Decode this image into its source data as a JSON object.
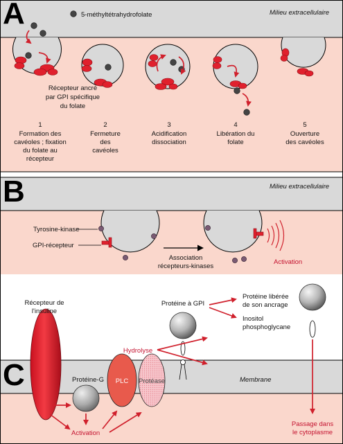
{
  "panel_a": {
    "letter": "A",
    "legend": "5-méthyltétrahydrofolate",
    "region": "Milieu extracellulaire",
    "receptor_label": [
      "Récepteur ancré",
      "par GPI spécifique",
      "du folate"
    ],
    "steps": [
      {
        "num": "1",
        "lines": [
          "Formation des",
          "cavéoles ; fixation",
          "du folate au",
          "récepteur"
        ]
      },
      {
        "num": "2",
        "lines": [
          "Fermeture",
          "des",
          "cavéoles"
        ]
      },
      {
        "num": "3",
        "lines": [
          "Acidification",
          "dissociation"
        ]
      },
      {
        "num": "4",
        "lines": [
          "Libération du",
          "folate"
        ]
      },
      {
        "num": "5",
        "lines": [
          "Ouverture",
          "des cavéoles"
        ]
      }
    ]
  },
  "panel_b": {
    "letter": "B",
    "region": "Milieu extracellulaire",
    "kinase_label": "Tyrosine-kinase",
    "receptor_label": "GPI-récepteur",
    "association": [
      "Association",
      "récepteurs-kinases"
    ],
    "activation": "Activation"
  },
  "panel_c": {
    "letter": "C",
    "insulin_receptor": [
      "Récepteur de",
      "l'insuline"
    ],
    "g_protein": "Protéine-G",
    "plc": "PLC",
    "protease": "Protéase",
    "hydrolysis": "Hydrolyse",
    "gpi_protein": "Protéine à GPI",
    "freed_protein": [
      "Protéine libérée",
      "de son ancrage"
    ],
    "inositol": [
      "Inositol",
      "phosphoglycane"
    ],
    "membrane": "Membrane",
    "activation": "Activation",
    "cytoplasm": [
      "Passage dans",
      "le cytoplasme"
    ]
  },
  "colors": {
    "pink": "#fad7cc",
    "grey": "#d9d9d9",
    "red": "#e0202d",
    "dark_red": "#b5121b",
    "border": "#000000"
  }
}
